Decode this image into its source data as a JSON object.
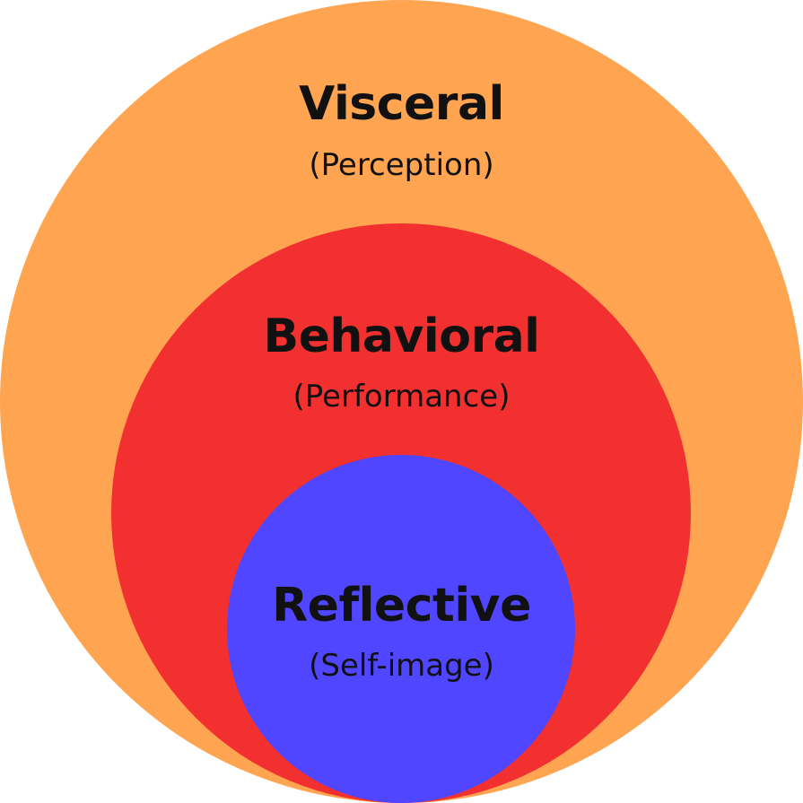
{
  "colors": {
    "outer": "#FFA552",
    "middle": "#F23030",
    "inner": "#5046FF"
  },
  "levels": [
    {
      "title": "Visceral",
      "subtitle": "(Perception)"
    },
    {
      "title": "Behavioral",
      "subtitle": "(Performance)"
    },
    {
      "title": "Reflective",
      "subtitle": "(Self-image)"
    }
  ]
}
